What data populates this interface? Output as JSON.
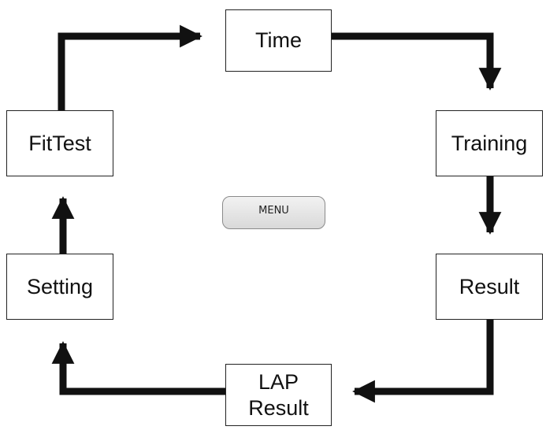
{
  "nodes": {
    "time": "Time",
    "training": "Training",
    "result": "Result",
    "lap_line1": "LAP",
    "lap_line2": "Result",
    "setting": "Setting",
    "fittest": "FitTest"
  },
  "menu_button": "MENU",
  "colors": {
    "arrow": "#111111",
    "border": "#222222",
    "button_fill": "#e2e2e2"
  }
}
